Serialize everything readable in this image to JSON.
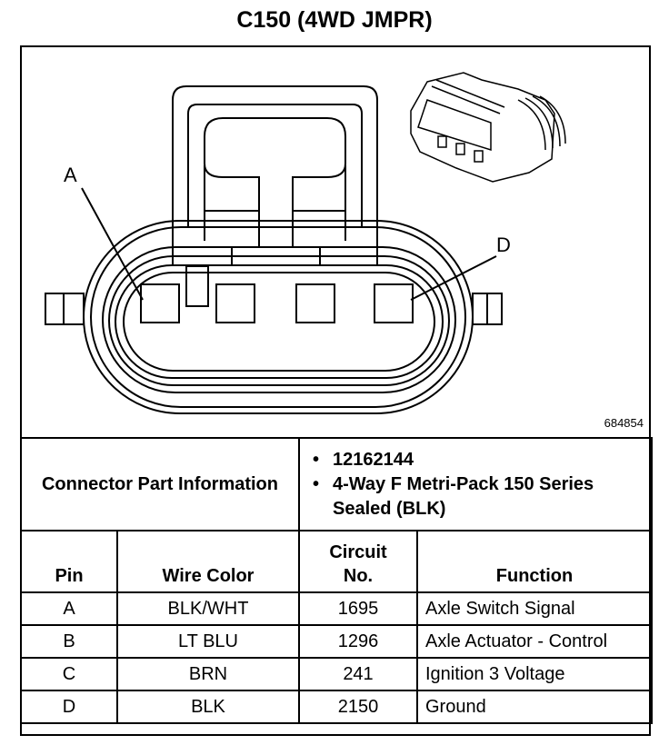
{
  "title": "C150 (4WD JMPR)",
  "diagram": {
    "label_a": "A",
    "label_d": "D",
    "figure_number": "684854"
  },
  "connector_info": {
    "label": "Connector Part Information",
    "items": [
      "12162144",
      "4-Way F Metri-Pack 150 Series Sealed (BLK)"
    ]
  },
  "table": {
    "headers": [
      "Pin",
      "Wire Color",
      "Circuit No.",
      "Function"
    ],
    "rows": [
      {
        "pin": "A",
        "color": "BLK/WHT",
        "circuit": "1695",
        "function": "Axle Switch Signal"
      },
      {
        "pin": "B",
        "color": "LT BLU",
        "circuit": "1296",
        "function": "Axle Actuator - Control"
      },
      {
        "pin": "C",
        "color": "BRN",
        "circuit": "241",
        "function": "Ignition 3 Voltage"
      },
      {
        "pin": "D",
        "color": "BLK",
        "circuit": "2150",
        "function": "Ground"
      }
    ]
  }
}
